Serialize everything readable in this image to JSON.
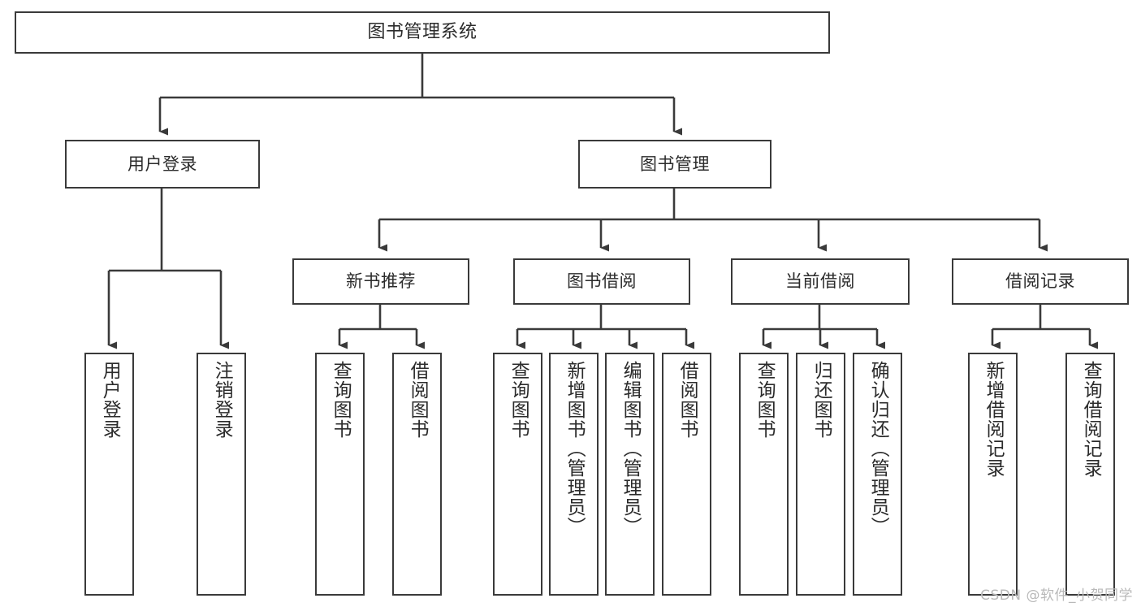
{
  "diagram": {
    "title": "图书管理系统",
    "type": "hierarchy-tree",
    "colors": {
      "line": "#3a3a3a",
      "box_border": "#3a3a3a",
      "box_fill": "#ffffff",
      "text": "#2b2b2b",
      "watermark": "#b9b9b9"
    },
    "nodes": {
      "root": {
        "label": "图书管理系统"
      },
      "level2": [
        {
          "label": "用户登录"
        },
        {
          "label": "图书管理"
        }
      ],
      "level3": [
        {
          "label": "新书推荐"
        },
        {
          "label": "图书借阅"
        },
        {
          "label": "当前借阅"
        },
        {
          "label": "借阅记录"
        }
      ],
      "leaves": {
        "user_login": [
          {
            "label": "用户登录"
          },
          {
            "label": "注销登录"
          }
        ],
        "new_book_recommend": [
          {
            "label": "查询图书"
          },
          {
            "label": "借阅图书"
          }
        ],
        "book_borrow": [
          {
            "label": "查询图书"
          },
          {
            "label": "新增图书（管理员）"
          },
          {
            "label": "编辑图书（管理员）"
          },
          {
            "label": "借阅图书"
          }
        ],
        "current_borrow": [
          {
            "label": "查询图书"
          },
          {
            "label": "归还图书"
          },
          {
            "label": "确认归还（管理员）"
          }
        ],
        "borrow_records": [
          {
            "label": "新增借阅记录"
          },
          {
            "label": "查询借阅记录"
          }
        ]
      }
    },
    "watermark": "CSDN @软件_小贺同学"
  }
}
